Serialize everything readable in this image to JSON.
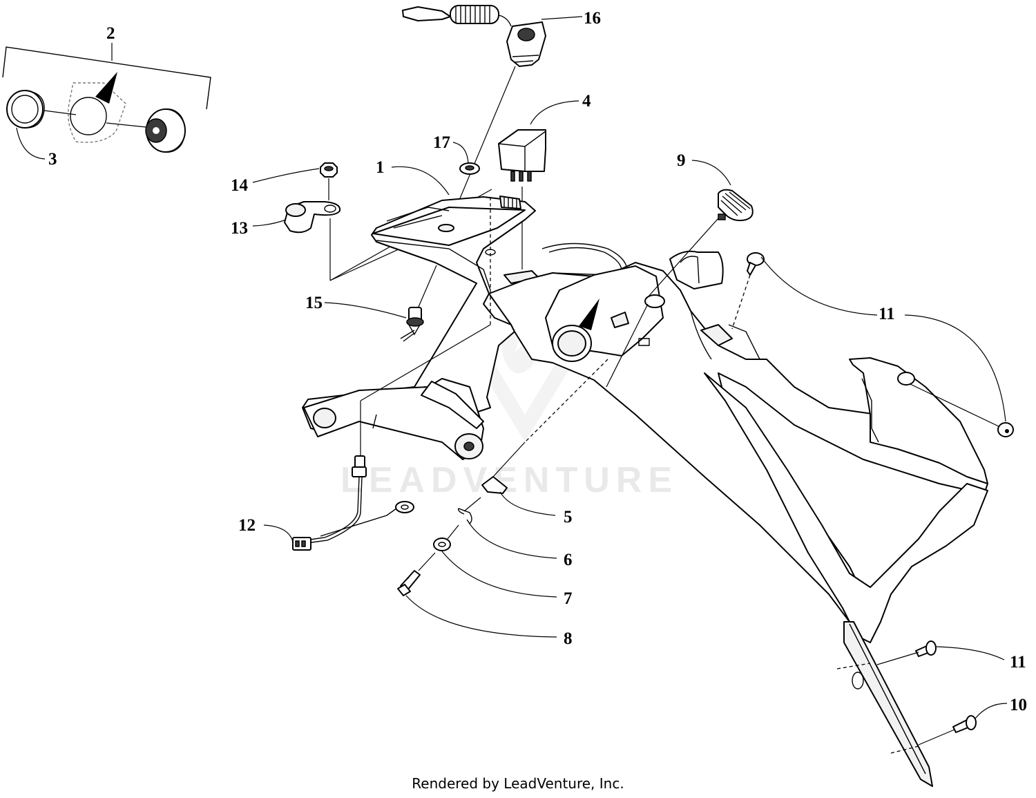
{
  "watermark": "LEADVENTURE",
  "footer": "Rendered by LeadVenture, Inc.",
  "callouts": {
    "c1": "1",
    "c2": "2",
    "c3": "3",
    "c4": "4",
    "c5": "5",
    "c6": "6",
    "c7": "7",
    "c8": "8",
    "c9": "9",
    "c10": "10",
    "c11a": "11",
    "c11b": "11",
    "c12": "12",
    "c13": "13",
    "c14": "14",
    "c15": "15",
    "c16": "16",
    "c17": "17"
  }
}
